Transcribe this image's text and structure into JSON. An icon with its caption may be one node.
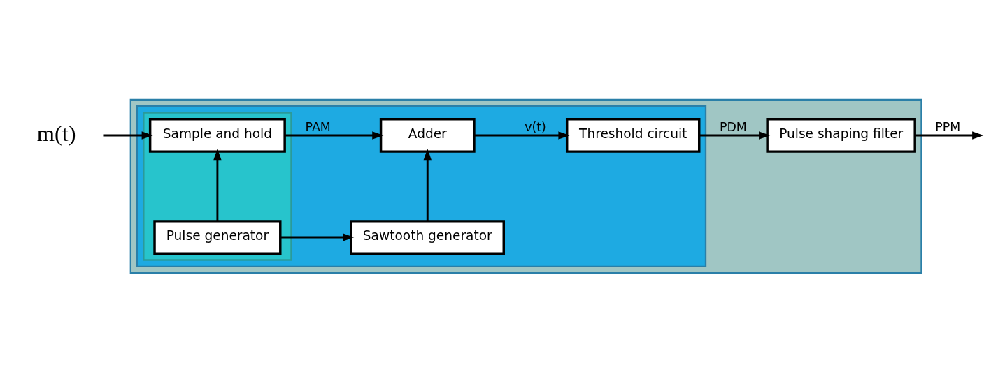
{
  "diagram": {
    "nodes": [
      {
        "text": [],
        "shape": "box"
      },
      {
        "text": [],
        "shape": "box",
        "in": 0
      },
      {
        "text": [],
        "shape": "box",
        "in": 1
      },
      {
        "text": [
          "m(t)"
        ]
      },
      {
        "text": [
          "Sample and hold"
        ],
        "in": 2
      },
      {
        "text": [
          "Pulse generator"
        ],
        "in": 2
      },
      {
        "text": [
          "Adder"
        ],
        "in": 1
      },
      {
        "text": [
          "Sawtooth generator"
        ],
        "in": 1
      },
      {
        "text": [
          "Threshold circuit"
        ],
        "in": 1
      },
      {
        "text": [
          "Pulse shaping filter"
        ],
        "in": 0
      }
    ],
    "edges": [
      {
        "from": 3,
        "to": 4,
        "arrow": "to"
      },
      {
        "from": 4,
        "to": 6,
        "arrow": "to",
        "label": "PAM"
      },
      {
        "from": 5,
        "to": 4,
        "arrow": "to"
      },
      {
        "from": 5,
        "to": 7,
        "arrow": "to"
      },
      {
        "from": 7,
        "to": 6,
        "arrow": "to"
      },
      {
        "from": 6,
        "to": 8,
        "arrow": "to",
        "label": "v(t)"
      },
      {
        "from": 8,
        "to": 9,
        "arrow": "to",
        "label": "PDM"
      },
      {
        "from": 9,
        "to": null,
        "arrow": "to",
        "label": "PPM"
      }
    ]
  }
}
